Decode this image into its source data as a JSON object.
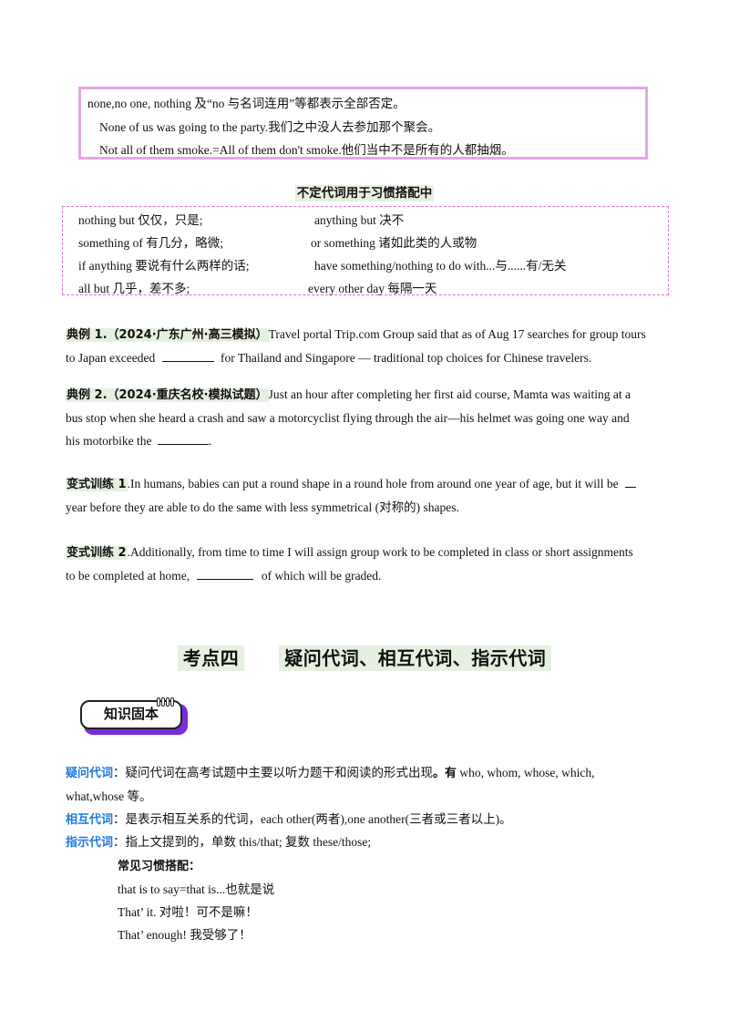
{
  "box1": {
    "line1": "none,no  one,  nothing 及“no 与名词连用”等都表示全部否定。",
    "line2": "None of us was going to the party.我们之中没人去参加那个聚会。",
    "line3": "Not all of them smoke.=All of them don't smoke.他们当中不是所有的人都抽烟。"
  },
  "collocations": {
    "title": "不定代词用于习惯搭配中",
    "rows": [
      {
        "left": "nothing but  仅仅，只是;",
        "right": "anything but  决不"
      },
      {
        "left": "something of  有几分，略微;",
        "right": "or something  诸如此类的人或物"
      },
      {
        "left": "if  anything    要说有什么两样的话;",
        "right": "have  something/nothing  to  do  with...与......有/无关"
      },
      {
        "left": "all but  几乎，差不多;",
        "right": "every other day  每隔一天"
      }
    ]
  },
  "example1": {
    "label": "典例 1.（2024·广东广州·高三模拟）",
    "text_a": "Travel portal Trip.com Group said that as of Aug 17 searches for group tours",
    "text_b": "to Japan exceeded",
    "text_c": "for Thailand and Singapore — traditional top choices for Chinese travelers."
  },
  "example2": {
    "label": "典例 2.（2024·重庆名校·模拟试题）",
    "text_a": "Just an hour after completing her first aid course, Mamta was waiting at a",
    "text_b": "bus stop when she heard a crash and saw a motorcyclist flying through the air—his helmet was going one way and",
    "text_c": "his motorbike the",
    "text_d": "."
  },
  "drill1": {
    "label": "变式训练 1",
    "text_a": ".In humans, babies can put a round shape in a round hole from around one year of age, but it will be",
    "text_b": "year before they are able to do the same with less symmetrical (对称的) shapes."
  },
  "drill2": {
    "label": "变式训练 2",
    "text_a": ".Additionally, from time to time I will assign group work to be completed in class or short assignments",
    "text_b": "to be completed at home,",
    "text_c": "of which will be graded."
  },
  "topic4": {
    "part1": "考点四",
    "part2": "疑问代词、相互代词、指示代词"
  },
  "badge": {
    "label": "知识固本"
  },
  "knowledge": {
    "interrogative_label": "疑问代词",
    "interrogative_text": "：疑问代词在高考试题中主要以听力题干和阅读的形式出现",
    "interrogative_bold": "。有",
    "interrogative_words": " who,  whom,  whose,  which,",
    "interrogative_line2": "what,whose 等。",
    "reciprocal_label": "相互代词",
    "reciprocal_text": "：是表示相互关系的代词，each  other(两者),one  another(三者或三者以上)。",
    "demonstrative_label": "指示代词",
    "demonstrative_text": "：指上文提到的，单数 this/that;  复数 these/those;",
    "common_title": "常见习惯搭配：",
    "phrases": [
      "that  is  to  say=that  is...也就是说",
      "That’ it.  对啦！可不是嘛！",
      "That’ enough!  我受够了！"
    ]
  },
  "colors": {
    "box1_border": "#e3a8e6",
    "box2_border": "#e070d8",
    "highlight": "#e6f0e0",
    "blue_label": "#1e7ad6",
    "badge_shadow": "#7b2bd9"
  }
}
